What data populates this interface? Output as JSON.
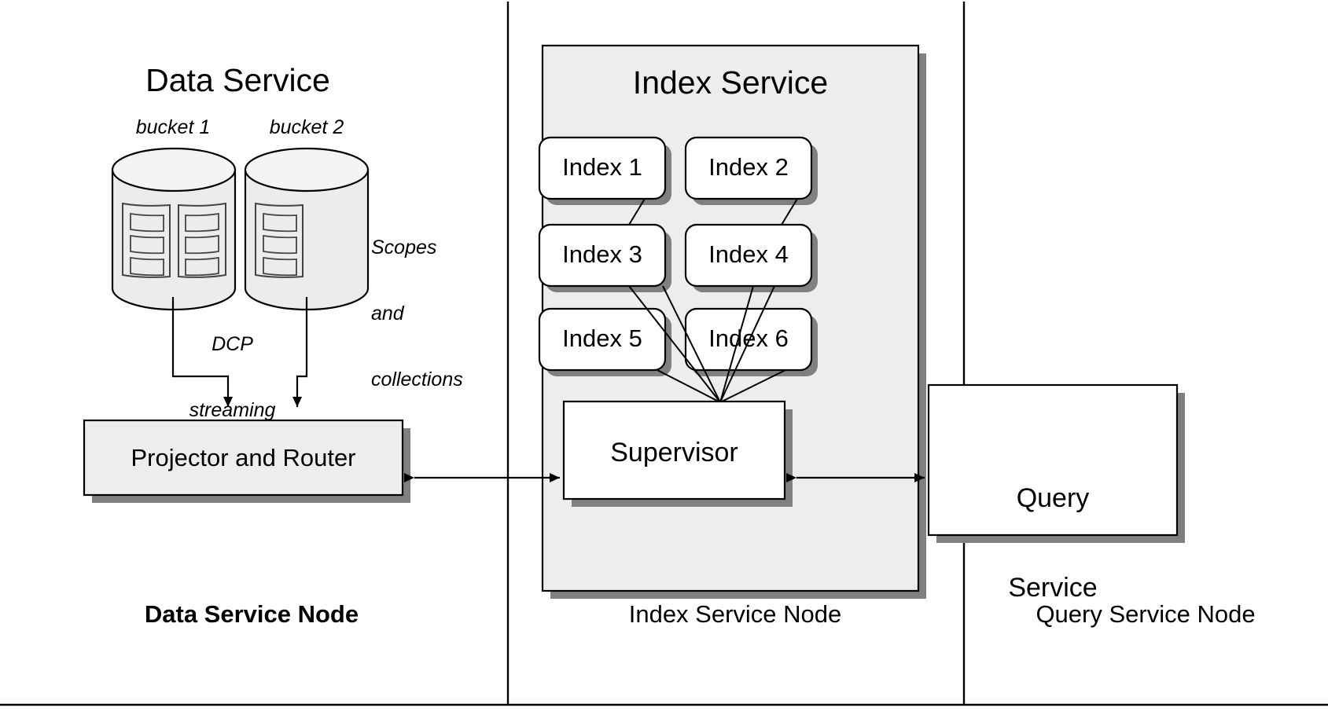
{
  "diagram": {
    "title_data_service": "Data Service",
    "title_index_service": "Index Service"
  },
  "data_service": {
    "buckets": [
      {
        "label": "bucket 1",
        "scopes": 2,
        "collections_per_scope": 3
      },
      {
        "label": "bucket 2",
        "scopes": 1,
        "collections_per_scope": 3
      }
    ],
    "annotation_scopes": "Scopes\nand\ncollections",
    "annotation_scopes_lines": [
      "Scopes",
      "and",
      "collections"
    ],
    "annotation_dcp_lines": [
      "DCP",
      "streaming"
    ],
    "projector_box": "Projector and Router"
  },
  "index_service": {
    "indexes": [
      {
        "label": "Index 1"
      },
      {
        "label": "Index 2"
      },
      {
        "label": "Index 3"
      },
      {
        "label": "Index 4"
      },
      {
        "label": "Index 5"
      },
      {
        "label": "Index 6"
      }
    ],
    "supervisor_box": "Supervisor"
  },
  "query_service": {
    "box_lines": [
      "Query",
      "Service"
    ]
  },
  "node_labels": [
    {
      "label": "Data Service Node",
      "bold": true
    },
    {
      "label": "Index Service Node",
      "bold": false
    },
    {
      "label": "Query Service Node",
      "bold": false
    }
  ],
  "colors": {
    "background": "#ffffff",
    "stroke": "#000000",
    "panel_fill": "#ededed",
    "box_fill_white": "#ffffff",
    "cylinder_fill": "#ececec",
    "shadow": "#808080"
  }
}
